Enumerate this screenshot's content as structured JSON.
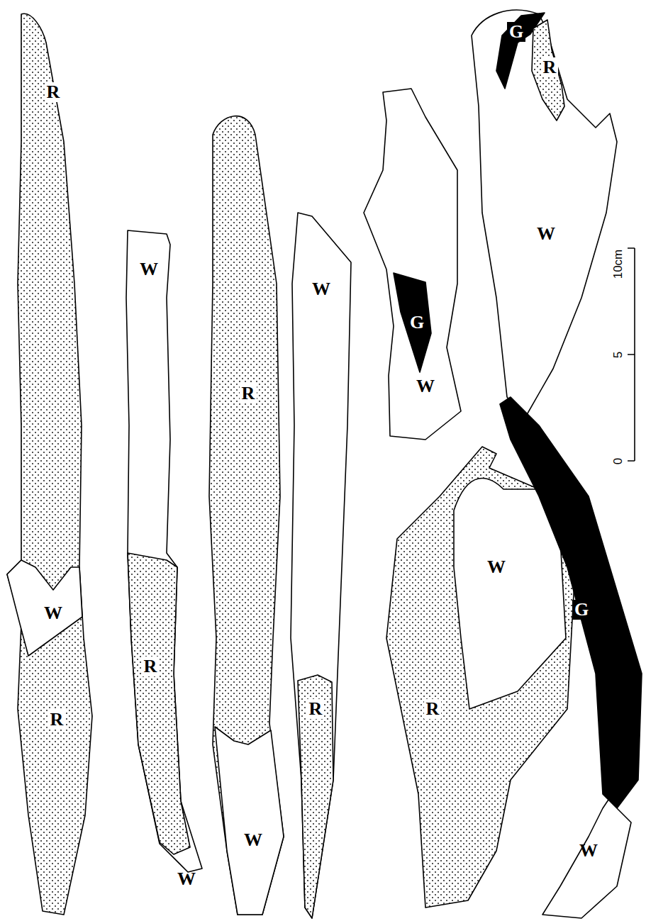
{
  "diagram": {
    "labels": [
      "R",
      "W",
      "R",
      "W",
      "R",
      "W",
      "R",
      "W",
      "W",
      "R",
      "G",
      "W",
      "G",
      "R",
      "W",
      "W",
      "R",
      "G",
      "W",
      "10cm",
      "5",
      "0"
    ]
  }
}
